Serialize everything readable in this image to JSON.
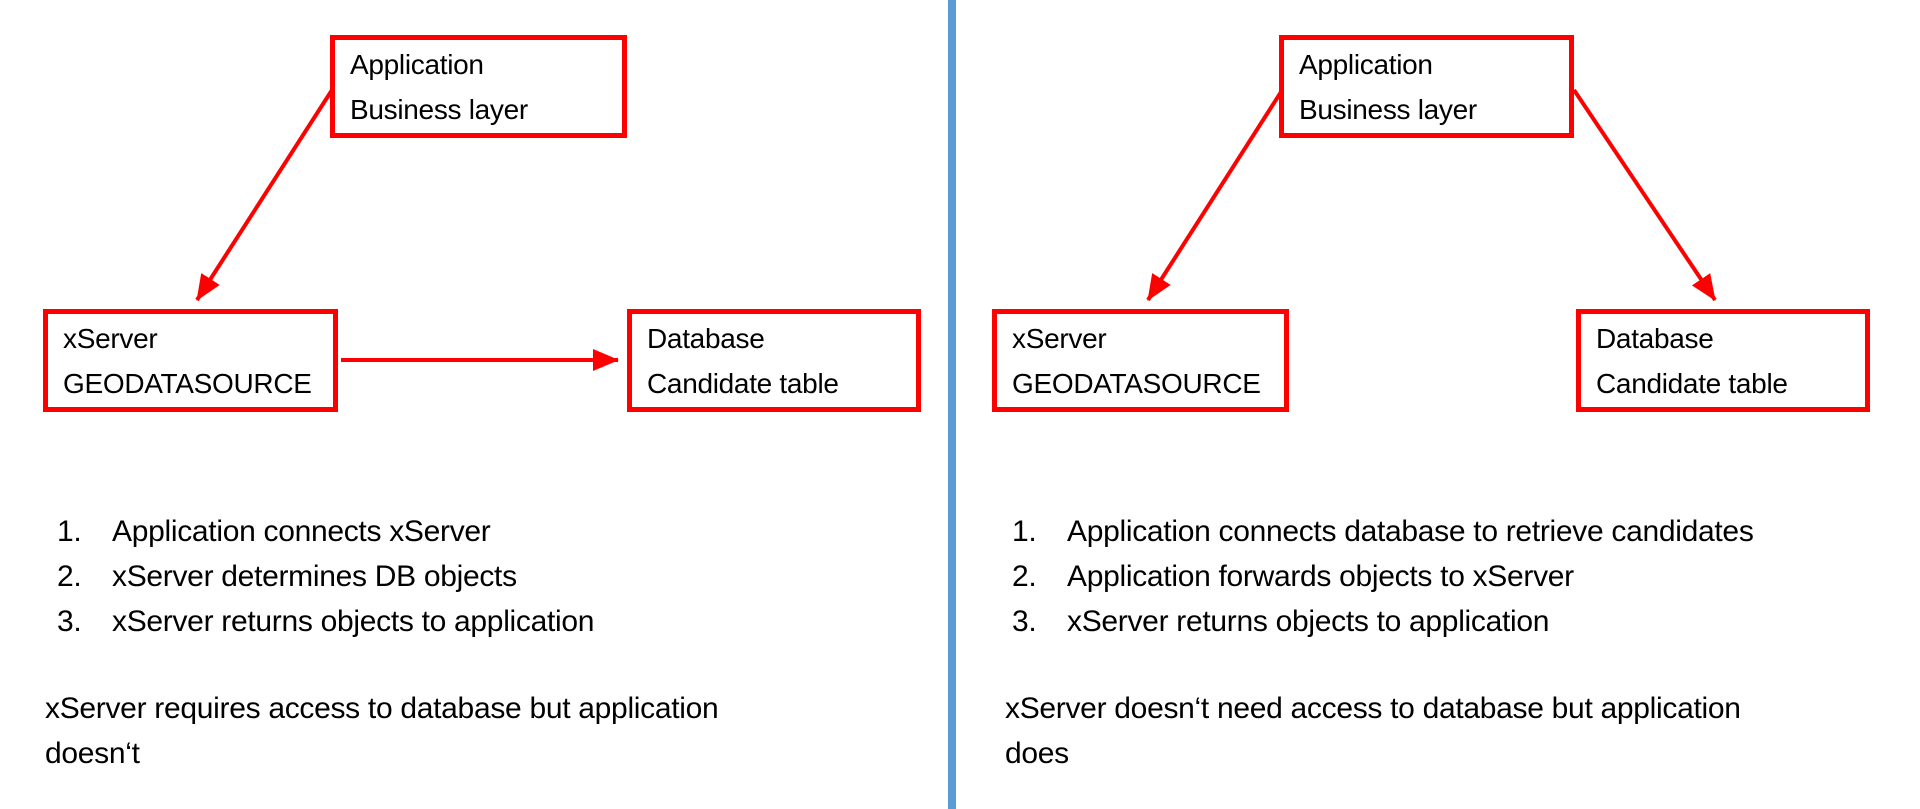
{
  "colors": {
    "box_and_arrow_red": "#FF0000",
    "divider_blue": "#5B9BD5",
    "text_black": "#000000",
    "background": "#FFFFFF"
  },
  "left_panel": {
    "boxes": {
      "application": "Application\nBusiness layer",
      "xserver": "xServer\nGEODATASOURCE",
      "database": "Database\nCandidate table"
    },
    "steps": [
      {
        "num": "1.",
        "text": "Application connects xServer"
      },
      {
        "num": "2.",
        "text": "xServer determines DB objects"
      },
      {
        "num": "3.",
        "text": "xServer returns objects to application"
      }
    ],
    "note": "xServer requires access to database but application\ndoesn‘t"
  },
  "right_panel": {
    "boxes": {
      "application": "Application\nBusiness layer",
      "xserver": "xServer\nGEODATASOURCE",
      "database": "Database\nCandidate table"
    },
    "steps": [
      {
        "num": "1.",
        "text": "Application connects database to retrieve candidates"
      },
      {
        "num": "2.",
        "text": "Application forwards objects to xServer"
      },
      {
        "num": "3.",
        "text": "xServer returns objects to application"
      }
    ],
    "note": "xServer doesn‘t need access to database but application\ndoes"
  }
}
